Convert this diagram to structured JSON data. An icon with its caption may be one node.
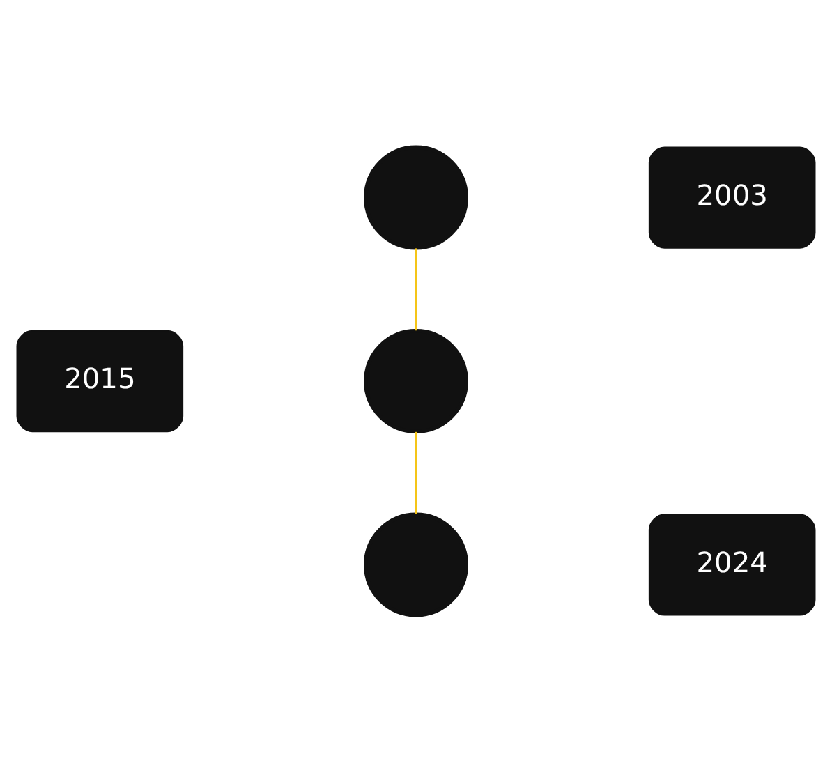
{
  "diagram": {
    "nodes": [
      {
        "text": [],
        "shape": "circle"
      },
      {
        "text": [
          "2003"
        ]
      },
      {
        "text": [
          "2015"
        ]
      },
      {
        "text": [],
        "shape": "circle"
      },
      {
        "text": [],
        "shape": "circle"
      },
      {
        "text": [
          "2024"
        ]
      }
    ],
    "edges": [
      {
        "from": 0,
        "to": 3,
        "arrow": "none"
      },
      {
        "from": 3,
        "to": 4,
        "arrow": "none"
      }
    ]
  }
}
